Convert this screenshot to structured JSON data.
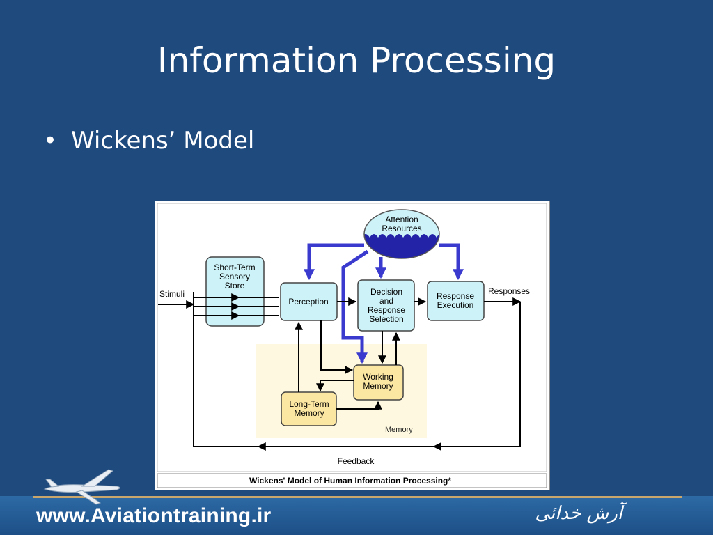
{
  "slide": {
    "title": "Information Processing",
    "bullet": "Wickens’ Model"
  },
  "figure": {
    "caption": "Wickens' Model of Human Information Processing*",
    "labels": {
      "attention_1": "Attention",
      "attention_2": "Resources",
      "sts_1": "Short-Term",
      "sts_2": "Sensory",
      "sts_3": "Store",
      "perception": "Perception",
      "decision_1": "Decision",
      "decision_2": "and",
      "decision_3": "Response",
      "decision_4": "Selection",
      "response_1": "Response",
      "response_2": "Execution",
      "working_1": "Working",
      "working_2": "Memory",
      "longterm_1": "Long-Term",
      "longterm_2": "Memory",
      "memory": "Memory",
      "stimuli": "Stimuli",
      "responses": "Responses",
      "feedback": "Feedback"
    }
  },
  "footer": {
    "url": "www.Aviationtraining.ir",
    "signature": "آرش خدائی"
  },
  "colors": {
    "background": "#1f4a7e",
    "box_blue": "#cdf3f8",
    "box_yellow": "#fbe6a2",
    "attention_arrow": "#3a3acf",
    "attention_fluid": "#2323a8",
    "memory_area": "#fdf8df"
  }
}
